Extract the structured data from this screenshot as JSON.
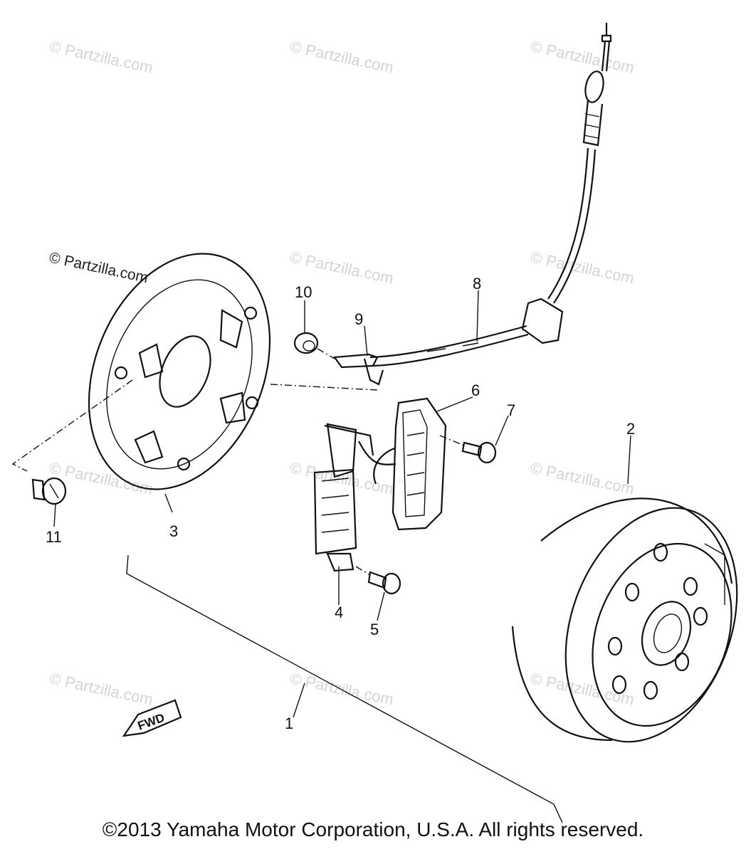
{
  "watermark": {
    "text": "© Partzilla.com"
  },
  "callouts": [
    {
      "id": "1",
      "text": "1"
    },
    {
      "id": "2",
      "text": "2"
    },
    {
      "id": "3",
      "text": "3"
    },
    {
      "id": "4",
      "text": "4"
    },
    {
      "id": "5",
      "text": "5"
    },
    {
      "id": "6",
      "text": "6"
    },
    {
      "id": "7",
      "text": "7"
    },
    {
      "id": "8",
      "text": "8"
    },
    {
      "id": "9",
      "text": "9"
    },
    {
      "id": "10",
      "text": "10"
    },
    {
      "id": "11",
      "text": "11"
    }
  ],
  "fwd_arrow": {
    "text": "FWD"
  },
  "copyright": "©2013 Yamaha Motor Corporation, U.S.A. All rights reserved."
}
